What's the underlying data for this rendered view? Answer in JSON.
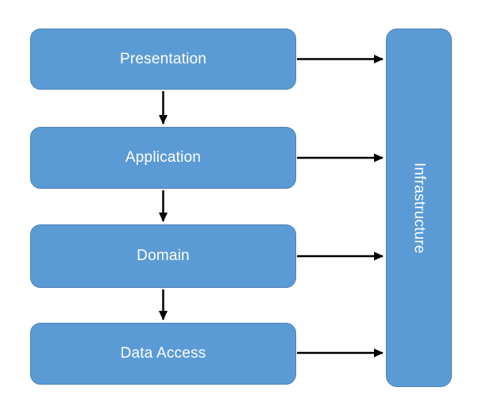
{
  "diagram": {
    "type": "layered-architecture",
    "layers": [
      {
        "id": "presentation",
        "label": "Presentation"
      },
      {
        "id": "application",
        "label": "Application"
      },
      {
        "id": "domain",
        "label": "Domain"
      },
      {
        "id": "data-access",
        "label": "Data Access"
      }
    ],
    "side_component": {
      "id": "infrastructure",
      "label": "Infrastructure",
      "text_orientation": "vertical-top-to-bottom"
    },
    "connections": [
      {
        "from": "Presentation",
        "to": "Application",
        "direction": "down"
      },
      {
        "from": "Application",
        "to": "Domain",
        "direction": "down"
      },
      {
        "from": "Domain",
        "to": "Data Access",
        "direction": "down"
      },
      {
        "from": "Presentation",
        "to": "Infrastructure",
        "direction": "right"
      },
      {
        "from": "Application",
        "to": "Infrastructure",
        "direction": "right"
      },
      {
        "from": "Domain",
        "to": "Infrastructure",
        "direction": "right"
      },
      {
        "from": "Data Access",
        "to": "Infrastructure",
        "direction": "right"
      }
    ],
    "colors": {
      "box_fill": "#5B9BD5",
      "box_border": "#4A80B8",
      "label_text": "#FFFFFF",
      "arrow": "#000000",
      "background": "#FFFFFF"
    }
  }
}
